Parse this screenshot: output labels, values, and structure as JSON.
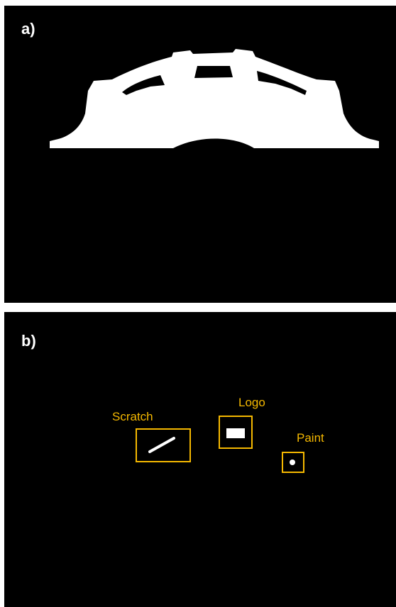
{
  "panel_a": {
    "label": "a)"
  },
  "panel_b": {
    "label": "b)",
    "annotations": [
      {
        "label": "Scratch"
      },
      {
        "label": "Logo"
      },
      {
        "label": "Paint"
      }
    ]
  },
  "colors": {
    "background": "#000000",
    "part": "#ffffff",
    "annotation": "#f5b800"
  }
}
